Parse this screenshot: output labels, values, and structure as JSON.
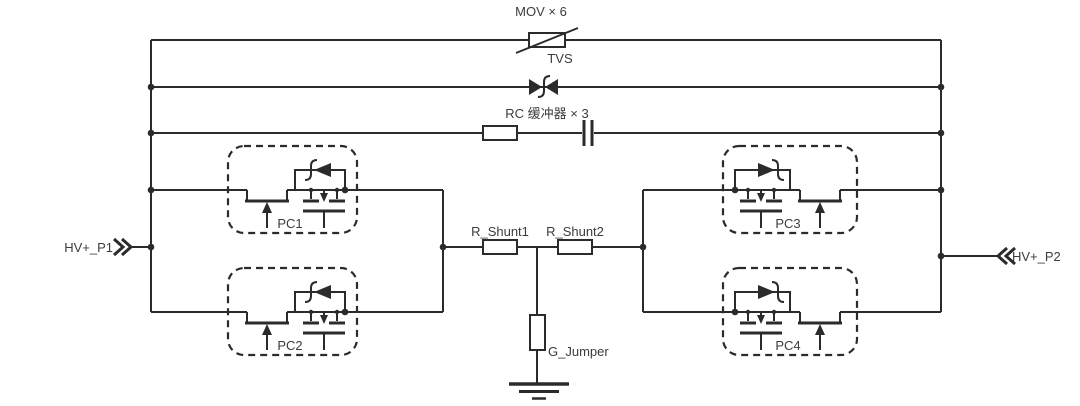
{
  "schematic": {
    "ports": {
      "left": "HV+_P1",
      "right": "HV+_P2"
    },
    "protection": {
      "mov": "MOV × 6",
      "tvs": "TVS",
      "rc_snubber": "RC 缓冲器 × 3"
    },
    "switch_blocks": {
      "pc1": "PC1",
      "pc2": "PC2",
      "pc3": "PC3",
      "pc4": "PC4"
    },
    "sense": {
      "r_shunt1": "R_Shunt1",
      "r_shunt2": "R_Shunt2",
      "g_jumper": "G_Jumper"
    },
    "colors": {
      "wire": "#2b2b2b",
      "text": "#3c3c3c",
      "background": "#ffffff"
    }
  }
}
